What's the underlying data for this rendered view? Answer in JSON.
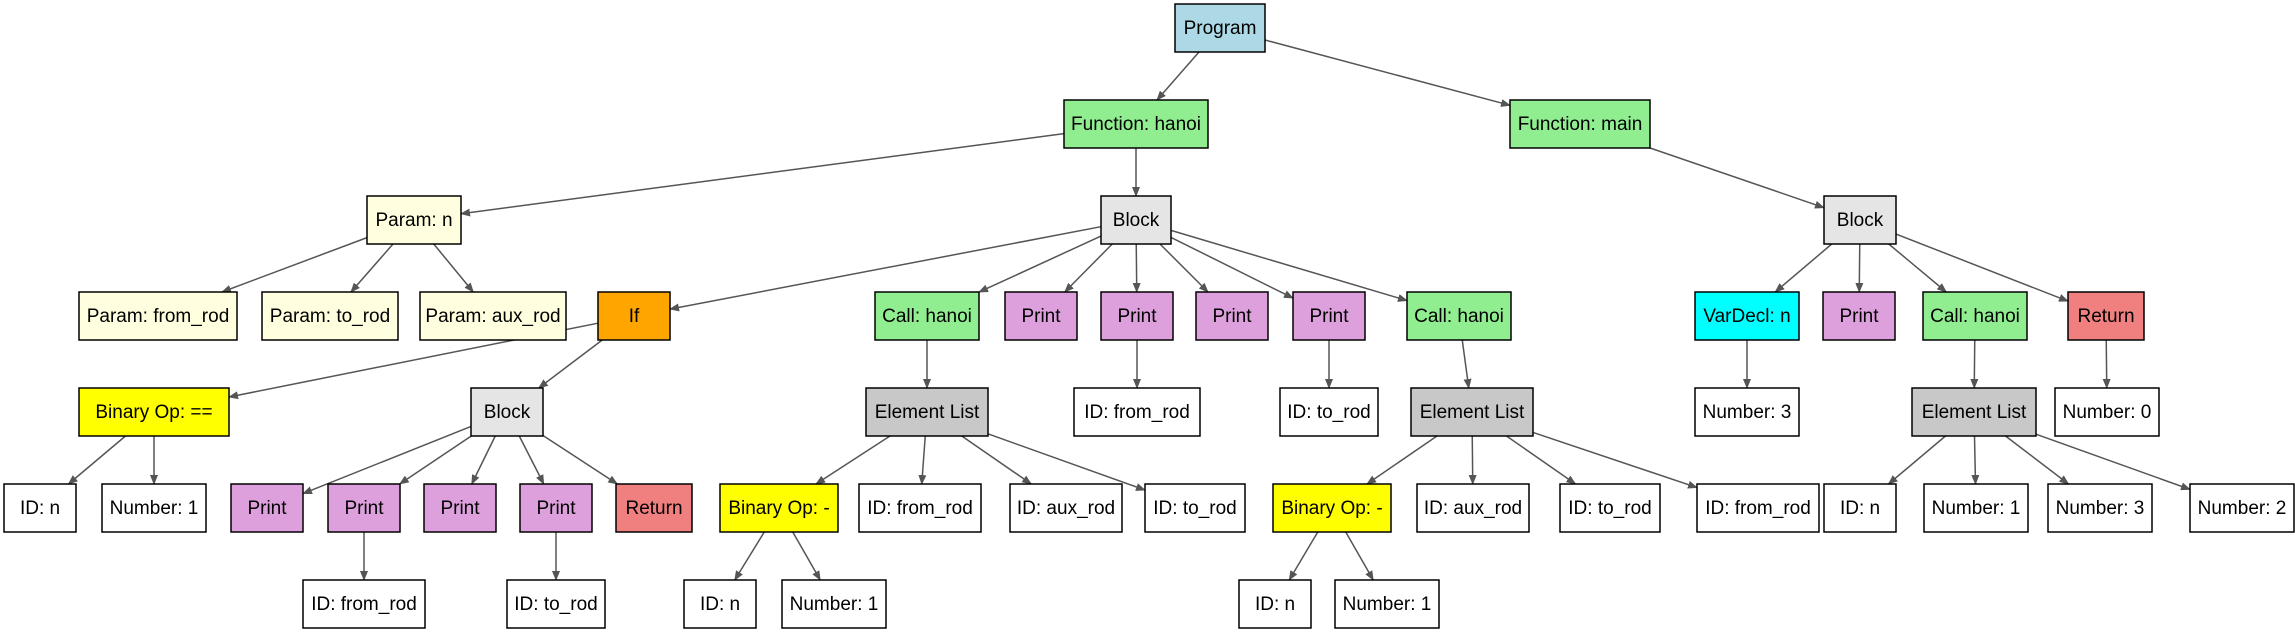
{
  "colors": {
    "program": "#add8e6",
    "function": "#90ee90",
    "param": "#ffffe0",
    "block": "#e5e5e5",
    "if": "#ffa500",
    "call": "#90ee90",
    "print": "#dda0dd",
    "return": "#f08080",
    "binop": "#ffff00",
    "list": "#c8c8c8",
    "vardecl": "#00ffff",
    "leaf": "#ffffff",
    "edge": "#555555"
  },
  "nodes": [
    {
      "id": "program",
      "label": "Program",
      "kind": "program"
    },
    {
      "id": "fn_hanoi",
      "label": "Function: hanoi",
      "kind": "function"
    },
    {
      "id": "fn_main",
      "label": "Function: main",
      "kind": "function"
    },
    {
      "id": "param_n",
      "label": "Param: n",
      "kind": "param"
    },
    {
      "id": "block_hanoi",
      "label": "Block",
      "kind": "block"
    },
    {
      "id": "block_main",
      "label": "Block",
      "kind": "block"
    },
    {
      "id": "param_from",
      "label": "Param: from_rod",
      "kind": "param"
    },
    {
      "id": "param_to",
      "label": "Param: to_rod",
      "kind": "param"
    },
    {
      "id": "param_aux",
      "label": "Param: aux_rod",
      "kind": "param"
    },
    {
      "id": "if1",
      "label": "If",
      "kind": "if"
    },
    {
      "id": "call1",
      "label": "Call: hanoi",
      "kind": "call"
    },
    {
      "id": "print_a",
      "label": "Print",
      "kind": "print"
    },
    {
      "id": "print_b",
      "label": "Print",
      "kind": "print"
    },
    {
      "id": "print_c",
      "label": "Print",
      "kind": "print"
    },
    {
      "id": "print_d",
      "label": "Print",
      "kind": "print"
    },
    {
      "id": "call2",
      "label": "Call: hanoi",
      "kind": "call"
    },
    {
      "id": "vardecl_n",
      "label": "VarDecl: n",
      "kind": "vardecl"
    },
    {
      "id": "print_m",
      "label": "Print",
      "kind": "print"
    },
    {
      "id": "call3",
      "label": "Call: hanoi",
      "kind": "call"
    },
    {
      "id": "return_m",
      "label": "Return",
      "kind": "return"
    },
    {
      "id": "binop_eq",
      "label": "Binary Op: ==",
      "kind": "binop"
    },
    {
      "id": "block_if",
      "label": "Block",
      "kind": "block"
    },
    {
      "id": "elist1",
      "label": "Element List",
      "kind": "list"
    },
    {
      "id": "id_from_b",
      "label": "ID: from_rod",
      "kind": "leaf"
    },
    {
      "id": "id_to_d",
      "label": "ID: to_rod",
      "kind": "leaf"
    },
    {
      "id": "elist2",
      "label": "Element List",
      "kind": "list"
    },
    {
      "id": "num3",
      "label": "Number: 3",
      "kind": "leaf"
    },
    {
      "id": "elist3",
      "label": "Element List",
      "kind": "list"
    },
    {
      "id": "num0",
      "label": "Number: 0",
      "kind": "leaf"
    },
    {
      "id": "id_n_eq",
      "label": "ID: n",
      "kind": "leaf"
    },
    {
      "id": "num1_eq",
      "label": "Number: 1",
      "kind": "leaf"
    },
    {
      "id": "print_i1",
      "label": "Print",
      "kind": "print"
    },
    {
      "id": "print_i2",
      "label": "Print",
      "kind": "print"
    },
    {
      "id": "print_i3",
      "label": "Print",
      "kind": "print"
    },
    {
      "id": "print_i4",
      "label": "Print",
      "kind": "print"
    },
    {
      "id": "return_if",
      "label": "Return",
      "kind": "return"
    },
    {
      "id": "binop_m1",
      "label": "Binary Op: -",
      "kind": "binop"
    },
    {
      "id": "id_from_1",
      "label": "ID: from_rod",
      "kind": "leaf"
    },
    {
      "id": "id_aux_1",
      "label": "ID: aux_rod",
      "kind": "leaf"
    },
    {
      "id": "id_to_1",
      "label": "ID: to_rod",
      "kind": "leaf"
    },
    {
      "id": "binop_m2",
      "label": "Binary Op: -",
      "kind": "binop"
    },
    {
      "id": "id_aux_2",
      "label": "ID: aux_rod",
      "kind": "leaf"
    },
    {
      "id": "id_to_2",
      "label": "ID: to_rod",
      "kind": "leaf"
    },
    {
      "id": "id_from_2",
      "label": "ID: from_rod",
      "kind": "leaf"
    },
    {
      "id": "id_n_3",
      "label": "ID: n",
      "kind": "leaf"
    },
    {
      "id": "num1_3",
      "label": "Number: 1",
      "kind": "leaf"
    },
    {
      "id": "num3_3",
      "label": "Number: 3",
      "kind": "leaf"
    },
    {
      "id": "num2_3",
      "label": "Number: 2",
      "kind": "leaf"
    },
    {
      "id": "id_from_i2",
      "label": "ID: from_rod",
      "kind": "leaf"
    },
    {
      "id": "id_to_i4",
      "label": "ID: to_rod",
      "kind": "leaf"
    },
    {
      "id": "id_n_m1",
      "label": "ID: n",
      "kind": "leaf"
    },
    {
      "id": "num1_m1",
      "label": "Number: 1",
      "kind": "leaf"
    },
    {
      "id": "id_n_m2",
      "label": "ID: n",
      "kind": "leaf"
    },
    {
      "id": "num1_m2",
      "label": "Number: 1",
      "kind": "leaf"
    }
  ],
  "edges": [
    [
      "program",
      "fn_hanoi"
    ],
    [
      "program",
      "fn_main"
    ],
    [
      "fn_hanoi",
      "param_n"
    ],
    [
      "fn_hanoi",
      "block_hanoi"
    ],
    [
      "fn_main",
      "block_main"
    ],
    [
      "param_n",
      "param_from"
    ],
    [
      "param_n",
      "param_to"
    ],
    [
      "param_n",
      "param_aux"
    ],
    [
      "block_hanoi",
      "if1"
    ],
    [
      "block_hanoi",
      "call1"
    ],
    [
      "block_hanoi",
      "print_a"
    ],
    [
      "block_hanoi",
      "print_b"
    ],
    [
      "block_hanoi",
      "print_c"
    ],
    [
      "block_hanoi",
      "print_d"
    ],
    [
      "block_hanoi",
      "call2"
    ],
    [
      "block_main",
      "vardecl_n"
    ],
    [
      "block_main",
      "print_m"
    ],
    [
      "block_main",
      "call3"
    ],
    [
      "block_main",
      "return_m"
    ],
    [
      "if1",
      "binop_eq"
    ],
    [
      "if1",
      "block_if"
    ],
    [
      "call1",
      "elist1"
    ],
    [
      "print_b",
      "id_from_b"
    ],
    [
      "print_d",
      "id_to_d"
    ],
    [
      "call2",
      "elist2"
    ],
    [
      "vardecl_n",
      "num3"
    ],
    [
      "call3",
      "elist3"
    ],
    [
      "return_m",
      "num0"
    ],
    [
      "binop_eq",
      "id_n_eq"
    ],
    [
      "binop_eq",
      "num1_eq"
    ],
    [
      "block_if",
      "print_i1"
    ],
    [
      "block_if",
      "print_i2"
    ],
    [
      "block_if",
      "print_i3"
    ],
    [
      "block_if",
      "print_i4"
    ],
    [
      "block_if",
      "return_if"
    ],
    [
      "elist1",
      "binop_m1"
    ],
    [
      "elist1",
      "id_from_1"
    ],
    [
      "elist1",
      "id_aux_1"
    ],
    [
      "elist1",
      "id_to_1"
    ],
    [
      "elist2",
      "binop_m2"
    ],
    [
      "elist2",
      "id_aux_2"
    ],
    [
      "elist2",
      "id_to_2"
    ],
    [
      "elist2",
      "id_from_2"
    ],
    [
      "elist3",
      "id_n_3"
    ],
    [
      "elist3",
      "num1_3"
    ],
    [
      "elist3",
      "num3_3"
    ],
    [
      "elist3",
      "num2_3"
    ],
    [
      "print_i2",
      "id_from_i2"
    ],
    [
      "print_i4",
      "id_to_i4"
    ],
    [
      "binop_m1",
      "id_n_m1"
    ],
    [
      "binop_m1",
      "num1_m1"
    ],
    [
      "binop_m2",
      "id_n_m2"
    ],
    [
      "binop_m2",
      "num1_m2"
    ]
  ]
}
